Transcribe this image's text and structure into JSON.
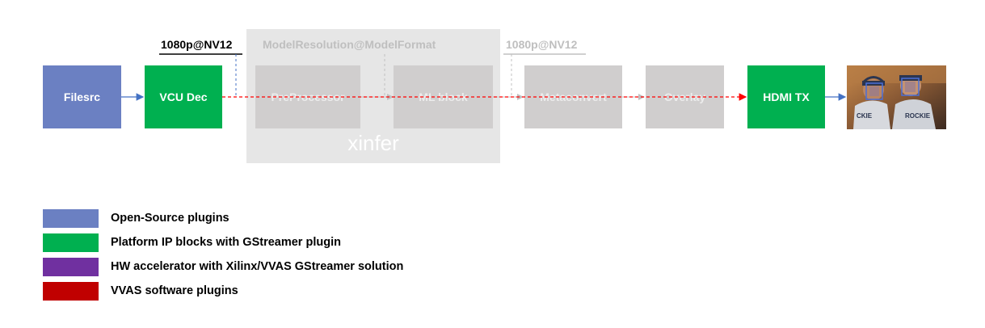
{
  "colors": {
    "open_source": "#6b80c2",
    "platform_ip": "#00b050",
    "hw_accelerator": "#7030a0",
    "vvas_software": "#c00000",
    "disabled": "#d0cece",
    "xinfer_bg": "#e6e6e6"
  },
  "pipeline": {
    "filesrc": "Filesrc",
    "vcu_dec": "VCU Dec",
    "preprocessor": "PreProcessor",
    "ml_block": "ML block",
    "metaconvert": "Metaconvert",
    "overlay": "Overlay",
    "hdmi_tx": "HDMI TX",
    "xinfer": "xinfer",
    "output_image_icon": "face-detection-photo-icon"
  },
  "resolutions": {
    "vcu_output": "1080p@NV12",
    "model": "ModelResolution@ModelFormat",
    "meta_output": "1080p@NV12"
  },
  "legend": [
    {
      "label": "Open-Source plugins",
      "color": "#6b80c2"
    },
    {
      "label": "Platform IP blocks with GStreamer plugin",
      "color": "#00b050"
    },
    {
      "label": "HW accelerator with Xilinx/VVAS GStreamer solution",
      "color": "#7030a0"
    },
    {
      "label": "VVAS software plugins",
      "color": "#c00000"
    }
  ]
}
